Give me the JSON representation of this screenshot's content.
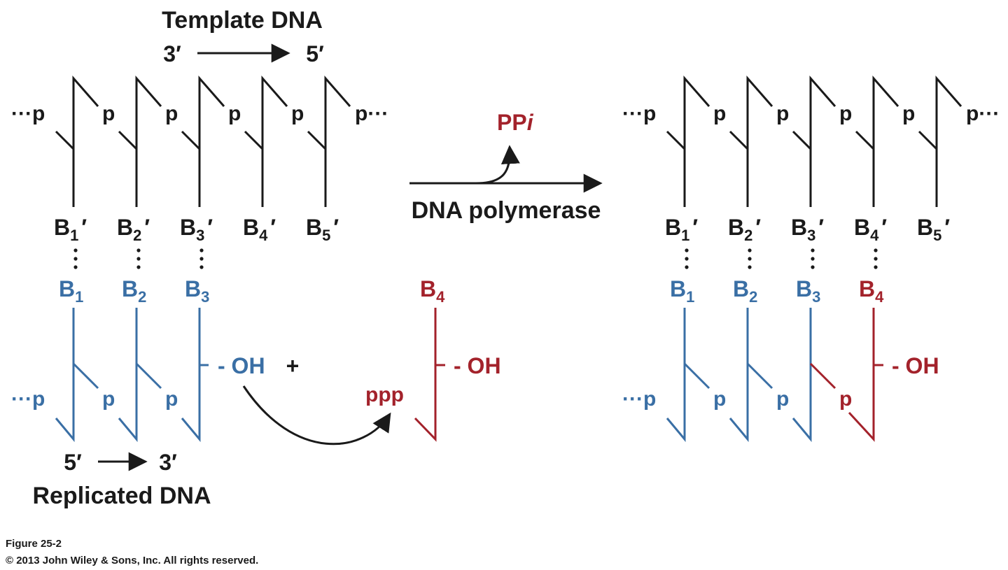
{
  "colors": {
    "template": "#1a1a1a",
    "existing": "#3a6fa5",
    "incoming": "#a3222b"
  },
  "header": {
    "title": "Template DNA",
    "direction_start": "3′",
    "direction_end": "5′"
  },
  "template": {
    "left_end": "···p",
    "right_end": "p···",
    "phosphate": "p",
    "base_prefix": "B",
    "prime": "′",
    "bases": [
      "1",
      "2",
      "3",
      "4",
      "5"
    ]
  },
  "left_strand": {
    "left_end": "···p",
    "phosphate": "p",
    "base_prefix": "B",
    "bases": [
      "1",
      "2",
      "3"
    ],
    "hydroxyl": "- OH"
  },
  "plus": "+",
  "incoming": {
    "base_prefix": "B",
    "base_sub": "4",
    "triphosphate": "ppp",
    "hydroxyl": "- OH"
  },
  "reaction": {
    "enzyme": "DNA polymerase",
    "byproduct": "PP",
    "byproduct_sub": "i"
  },
  "right_strand": {
    "left_end": "···p",
    "phosphate": "p",
    "base_prefix": "B",
    "bases": [
      "1",
      "2",
      "3"
    ],
    "new_base": "4",
    "hydroxyl": "- OH"
  },
  "bottom": {
    "direction_start": "5′",
    "direction_end": "3′",
    "label": "Replicated DNA"
  },
  "caption": {
    "figure": "Figure 25-2",
    "copyright": "© 2013 John Wiley & Sons, Inc. All rights reserved."
  }
}
